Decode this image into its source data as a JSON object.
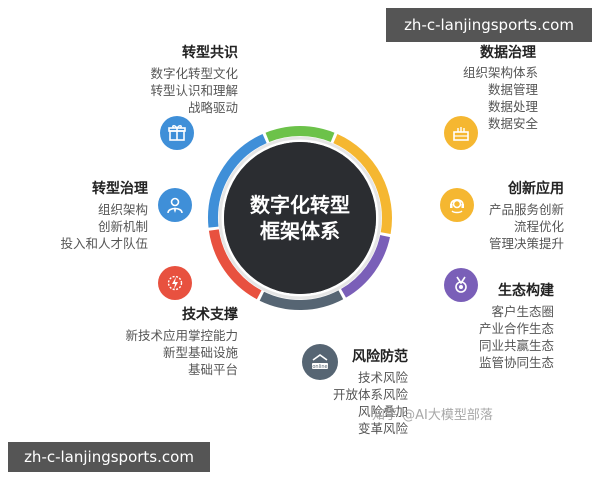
{
  "watermark_text": "zh-c-lanjingsports.com",
  "center": {
    "line1": "数字化转型",
    "line2": "框架体系"
  },
  "sections": {
    "transform_consensus": {
      "title": "转型共识",
      "items": [
        "数字化转型文化",
        "转型认识和理解",
        "战略驱动"
      ]
    },
    "data_governance": {
      "title": "数据治理",
      "items": [
        "组织架构体系",
        "数据管理",
        "数据处理",
        "数据安全"
      ]
    },
    "transform_governance": {
      "title": "转型治理",
      "items": [
        "组织架构",
        "创新机制",
        "投入和人才队伍"
      ]
    },
    "innovation_application": {
      "title": "创新应用",
      "items": [
        "产品服务创新",
        "流程优化",
        "管理决策提升"
      ]
    },
    "tech_support": {
      "title": "技术支撑",
      "items": [
        "新技术应用掌控能力",
        "新型基础设施",
        "基础平台"
      ]
    },
    "ecosystem": {
      "title": "生态构建",
      "items": [
        "客户生态圈",
        "产业合作生态",
        "同业共赢生态",
        "监管协同生态"
      ]
    },
    "risk_prevention": {
      "title": "风险防范",
      "items": [
        "技术风险",
        "开放体系风险",
        "风险叠加",
        "变革风险"
      ],
      "icon_label": "online"
    }
  },
  "zhihu_watermark": "知乎 @AI大模型部落",
  "colors": {
    "ring_blue": "#3f8fd8",
    "ring_green": "#6cc24a",
    "ring_yellow": "#f5b731",
    "ring_purple": "#7a5fb8",
    "ring_slate": "#566573",
    "ring_red": "#e8513f",
    "center_dark": "#2b2d31"
  }
}
